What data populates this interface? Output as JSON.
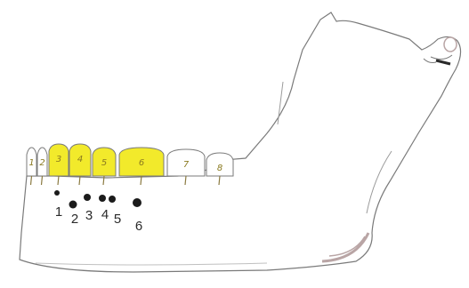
{
  "colors": {
    "outline": "#7a7a7a",
    "tooth_highlight": "#f2ea2b",
    "tooth_plain": "#ffffff",
    "hole": "#1b1b1b",
    "shading": "#b9a5a5"
  },
  "teeth": [
    {
      "num": "1",
      "highlighted": false
    },
    {
      "num": "2",
      "highlighted": false
    },
    {
      "num": "3",
      "highlighted": true
    },
    {
      "num": "4",
      "highlighted": true
    },
    {
      "num": "5",
      "highlighted": true
    },
    {
      "num": "6",
      "highlighted": true
    },
    {
      "num": "7",
      "highlighted": false
    },
    {
      "num": "8",
      "highlighted": false
    }
  ],
  "positions": [
    {
      "label": "1"
    },
    {
      "label": "2"
    },
    {
      "label": "3"
    },
    {
      "label": "4"
    },
    {
      "label": "5"
    },
    {
      "label": "6"
    }
  ]
}
